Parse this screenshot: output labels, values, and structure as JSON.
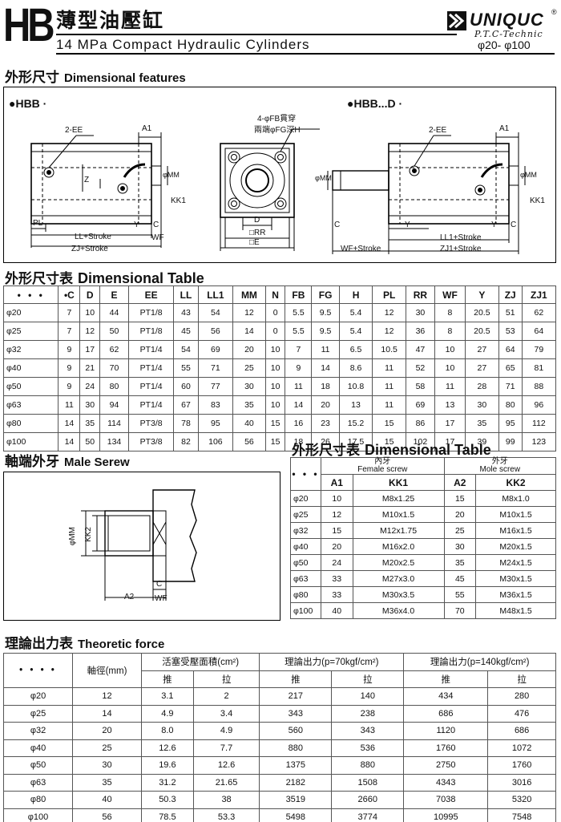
{
  "header": {
    "code": "HB",
    "title_zh": "薄型油壓缸",
    "title_en": "14 MPa Compact Hydraulic Cylinders",
    "brand": "UNIQUC",
    "brand_mark": "®",
    "brand_sub": "P.T.C-Technic",
    "range": "φ20- φ100"
  },
  "features": {
    "zh": "外形尺寸",
    "en": "Dimensional features",
    "hbb": "●HBB  ·",
    "hbbd": "●HBB...D  ·",
    "labels": {
      "ee": "2-EE",
      "a1": "A1",
      "z": "Z",
      "mm": "φMM",
      "kk1": "KK1",
      "pl": "PL",
      "y": "Y",
      "c": "C",
      "wf": "WF",
      "ll": "LL+Stroke",
      "zj": "ZJ+Stroke",
      "fb": "4-φFB貫穿",
      "fg": "兩端φFG深H",
      "d": "D",
      "rr": "□RR",
      "e": "□E",
      "ll1": "LL1+Stroke",
      "zj1": "ZJ1+Stroke",
      "wfs": "WF+Stroke"
    }
  },
  "dim_table": {
    "zh": "外形尺寸表",
    "en": "Dimensional Table",
    "headers": [
      "• • •",
      "•C",
      "D",
      "E",
      "EE",
      "LL",
      "LL1",
      "MM",
      "N",
      "FB",
      "FG",
      "H",
      "PL",
      "RR",
      "WF",
      "Y",
      "ZJ",
      "ZJ1"
    ],
    "rows": [
      [
        "φ20",
        "7",
        "10",
        "44",
        "PT1/8",
        "43",
        "54",
        "12",
        "0",
        "5.5",
        "9.5",
        "5.4",
        "12",
        "30",
        "8",
        "20.5",
        "51",
        "62"
      ],
      [
        "φ25",
        "7",
        "12",
        "50",
        "PT1/8",
        "45",
        "56",
        "14",
        "0",
        "5.5",
        "9.5",
        "5.4",
        "12",
        "36",
        "8",
        "20.5",
        "53",
        "64"
      ],
      [
        "φ32",
        "9",
        "17",
        "62",
        "PT1/4",
        "54",
        "69",
        "20",
        "10",
        "7",
        "11",
        "6.5",
        "10.5",
        "47",
        "10",
        "27",
        "64",
        "79"
      ],
      [
        "φ40",
        "9",
        "21",
        "70",
        "PT1/4",
        "55",
        "71",
        "25",
        "10",
        "9",
        "14",
        "8.6",
        "11",
        "52",
        "10",
        "27",
        "65",
        "81"
      ],
      [
        "φ50",
        "9",
        "24",
        "80",
        "PT1/4",
        "60",
        "77",
        "30",
        "10",
        "11",
        "18",
        "10.8",
        "11",
        "58",
        "11",
        "28",
        "71",
        "88"
      ],
      [
        "φ63",
        "11",
        "30",
        "94",
        "PT1/4",
        "67",
        "83",
        "35",
        "10",
        "14",
        "20",
        "13",
        "11",
        "69",
        "13",
        "30",
        "80",
        "96"
      ],
      [
        "φ80",
        "14",
        "35",
        "114",
        "PT3/8",
        "78",
        "95",
        "40",
        "15",
        "16",
        "23",
        "15.2",
        "15",
        "86",
        "17",
        "35",
        "95",
        "112"
      ],
      [
        "φ100",
        "14",
        "50",
        "134",
        "PT3/8",
        "82",
        "106",
        "56",
        "15",
        "18",
        "26",
        "17.5",
        "15",
        "102",
        "17",
        "39",
        "99",
        "123"
      ]
    ]
  },
  "male_screw": {
    "zh": "軸端外牙",
    "en": "Male Serew",
    "labels": {
      "mm": "φMM",
      "kk2": "KK2",
      "c": "C",
      "a2": "A2",
      "wf": "WF"
    }
  },
  "screw_table": {
    "zh": "外形尺寸表",
    "en": "Dimensional Table",
    "corner": "• • •",
    "female_zh": "內牙",
    "female_en": "Female screw",
    "male_zh": "外牙",
    "male_en": "Mole screw",
    "headers": [
      "A1",
      "KK1",
      "A2",
      "KK2"
    ],
    "rows": [
      [
        "φ20",
        "10",
        "M8x1.25",
        "15",
        "M8x1.0"
      ],
      [
        "φ25",
        "12",
        "M10x1.5",
        "20",
        "M10x1.5"
      ],
      [
        "φ32",
        "15",
        "M12x1.75",
        "25",
        "M16x1.5"
      ],
      [
        "φ40",
        "20",
        "M16x2.0",
        "30",
        "M20x1.5"
      ],
      [
        "φ50",
        "24",
        "M20x2.5",
        "35",
        "M24x1.5"
      ],
      [
        "φ63",
        "33",
        "M27x3.0",
        "45",
        "M30x1.5"
      ],
      [
        "φ80",
        "33",
        "M30x3.5",
        "55",
        "M36x1.5"
      ],
      [
        "φ100",
        "40",
        "M36x4.0",
        "70",
        "M48x1.5"
      ]
    ]
  },
  "force_table": {
    "zh": "理論出力表",
    "en": "Theoretic force",
    "corner": "• • • •",
    "rod": "軸徑(mm)",
    "area": "活塞受壓面積(cm²)",
    "f70": "理論出力(p=70kgf/cm²)",
    "f140": "理論出力(p=140kgf/cm²)",
    "push": "推",
    "pull": "拉",
    "rows": [
      [
        "φ20",
        "12",
        "3.1",
        "2",
        "217",
        "140",
        "434",
        "280"
      ],
      [
        "φ25",
        "14",
        "4.9",
        "3.4",
        "343",
        "238",
        "686",
        "476"
      ],
      [
        "φ32",
        "20",
        "8.0",
        "4.9",
        "560",
        "343",
        "1120",
        "686"
      ],
      [
        "φ40",
        "25",
        "12.6",
        "7.7",
        "880",
        "536",
        "1760",
        "1072"
      ],
      [
        "φ50",
        "30",
        "19.6",
        "12.6",
        "1375",
        "880",
        "2750",
        "1760"
      ],
      [
        "φ63",
        "35",
        "31.2",
        "21.65",
        "2182",
        "1508",
        "4343",
        "3016"
      ],
      [
        "φ80",
        "40",
        "50.3",
        "38",
        "3519",
        "2660",
        "7038",
        "5320"
      ],
      [
        "φ100",
        "56",
        "78.5",
        "53.3",
        "5498",
        "3774",
        "10995",
        "7548"
      ]
    ]
  }
}
